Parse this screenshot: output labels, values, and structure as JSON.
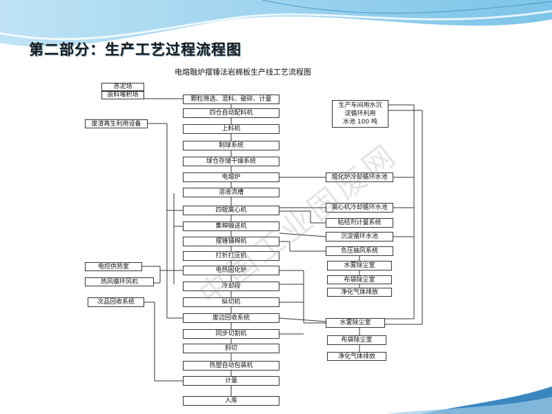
{
  "slide": {
    "title": "第二部分：生产工艺过程流程图",
    "watermark": "中国工业固废网",
    "accent_color": "#3a86c0"
  },
  "flowchart": {
    "title": "电熔融炉摆锤法岩棉板生产线工艺流程图",
    "left": {
      "stockyard_a": "赤泥场",
      "stockyard_b": "原料堆积场",
      "waste_recycle": "废渣再生利用设备",
      "heating_room": "电控供热室",
      "hot_air": "热风循环风机",
      "secondary_recovery": "次品回收系统"
    },
    "main": {
      "screening": "颗粒筛选、混料、破碎、计量",
      "batching": "四仓自动配料机",
      "feeder": "上料机",
      "pelletizer": "制球系统",
      "ball_dryer": "球仓存储干燥系统",
      "furnace": "电熔炉",
      "melt_trough": "溶液流槽",
      "centrifuge": "四辊离心机",
      "cotton_conveyor": "集棉输送机",
      "pendulum": "摆锤铺棉机",
      "pleater": "打折打压机",
      "curing_oven": "电热固化炉",
      "cooling": "冷却段",
      "slitter": "纵切机",
      "edge_recovery": "废边回收系统",
      "cross_cutter": "同步切割机",
      "diagonal_cut": "斜切",
      "packing": "热塑自动包装机",
      "weighing": "计量",
      "storage": "入库"
    },
    "right": {
      "water_pool": [
        "生产车间用水沉",
        "淀循环利用",
        "水池 100 吨"
      ],
      "furnace_cooling": "熔化炉冷却循环水池",
      "centrifuge_cooling": "离心机冷却循环水池",
      "binder": "粘结剂计量系统",
      "settling_pool": "沉淀循环水池",
      "neg_pressure": "负压抽风系统",
      "spray_room_1": "水雾除尘室",
      "bag_room_1": "布袋除尘室",
      "gas_exhaust_1": "净化气体排放",
      "spray_room_2": "水雾除尘室",
      "bag_room_2": "布袋除尘室",
      "gas_exhaust_2": "净化气体排放"
    }
  }
}
